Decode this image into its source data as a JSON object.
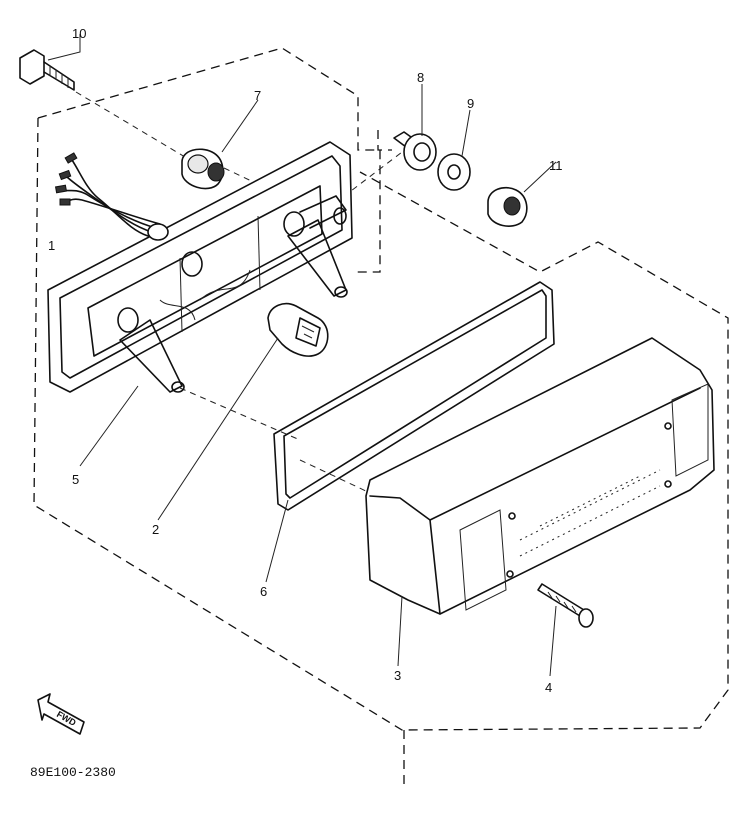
{
  "callouts": {
    "c1": "1",
    "c2": "2",
    "c3": "3",
    "c4": "4",
    "c5": "5",
    "c6": "6",
    "c7": "7",
    "c8": "8",
    "c9": "9",
    "c10": "10",
    "c11": "11"
  },
  "direction_label": "FWD",
  "drawing_code": "89E100-2380"
}
